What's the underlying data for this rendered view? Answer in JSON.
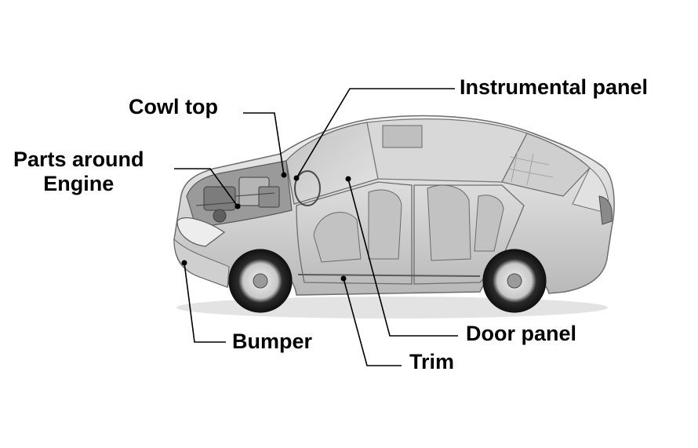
{
  "labels": {
    "instrumental_panel": "Instrumental panel",
    "cowl_top": "Cowl top",
    "parts_around_engine_line1": "Parts around",
    "parts_around_engine_line2": "Engine",
    "door_panel": "Door panel",
    "bumper": "Bumper",
    "trim": "Trim"
  },
  "colors": {
    "car_body": "#d9d9d9",
    "car_dark": "#8a8a8a",
    "car_line": "#6e6e6e",
    "leader": "#000000",
    "background": "#ffffff"
  }
}
